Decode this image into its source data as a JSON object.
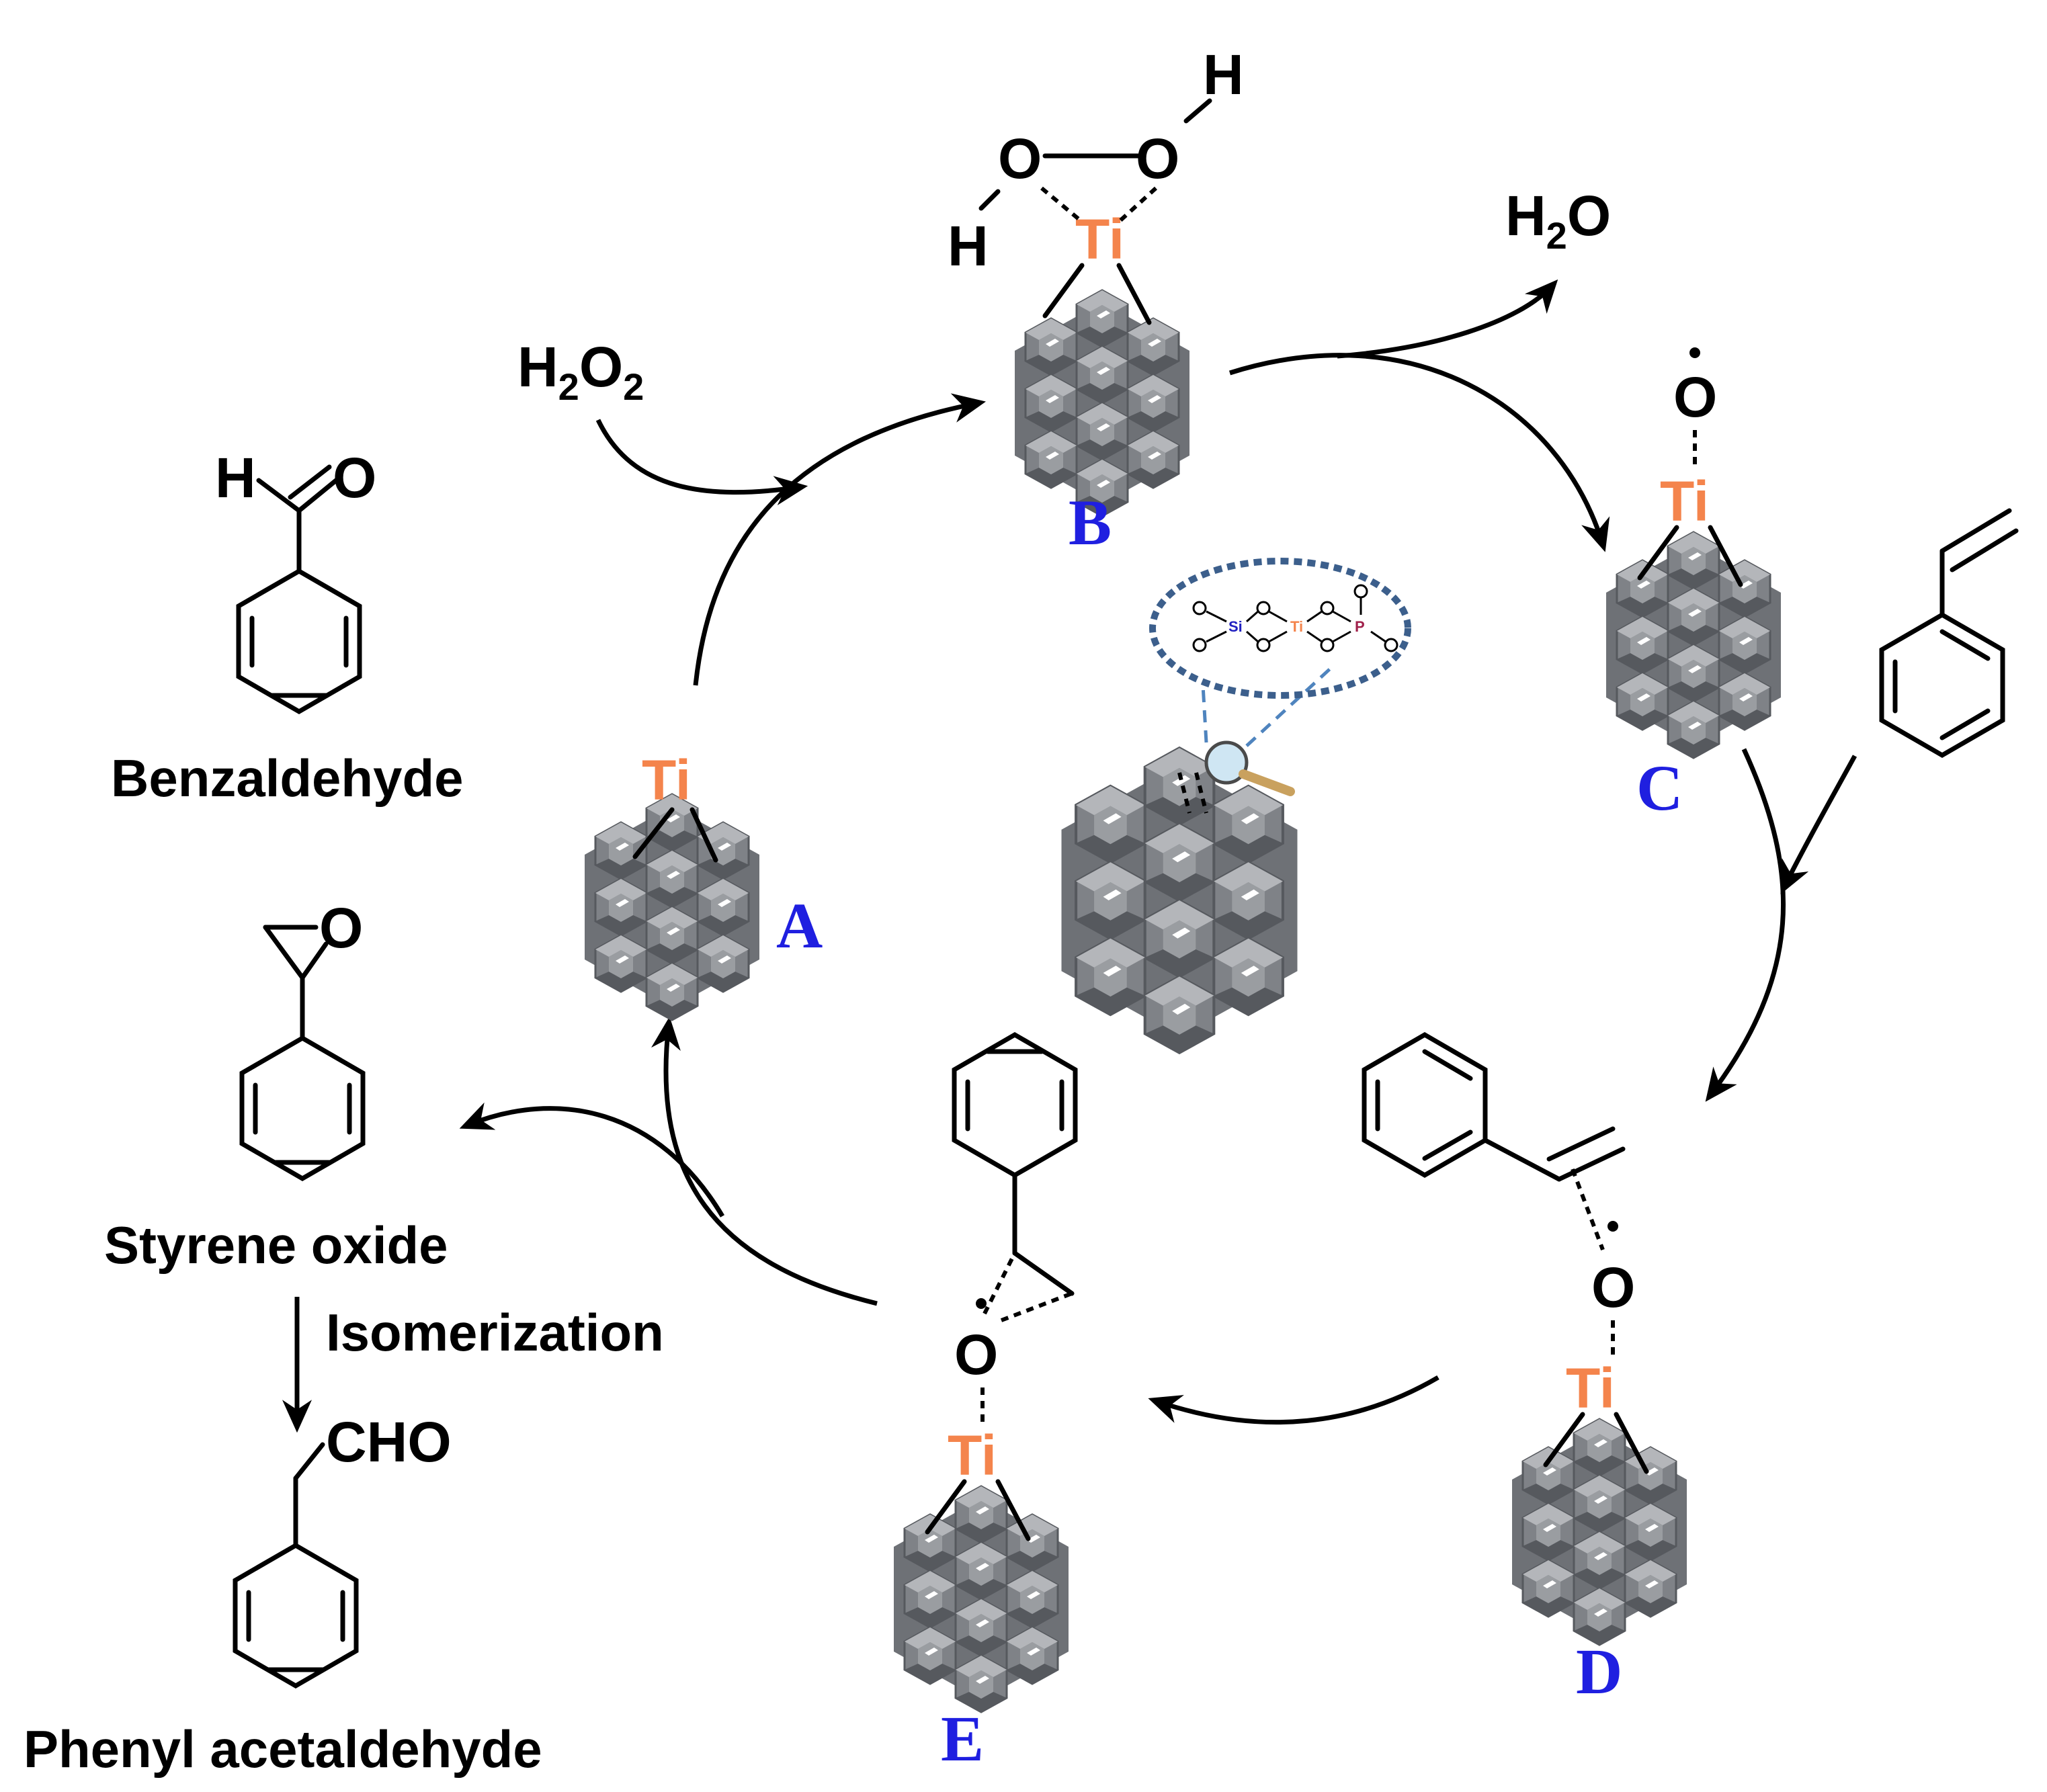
{
  "labels": {
    "A": "A",
    "B": "B",
    "C": "C",
    "D": "D",
    "E": "E",
    "ti": "Ti",
    "h2o2": "H2O2",
    "h2o": "H2O",
    "benzaldehyde": "Benzaldehyde",
    "styrene_oxide": "Styrene oxide",
    "isomerization": "Isomerization",
    "phenyl_acetaldehyde": "Phenyl acetaldehyde",
    "cho": "CHO",
    "H": "H",
    "O": "O",
    "si": "Si",
    "p": "P"
  },
  "colors": {
    "ti": "#F4844C",
    "letters": "#1F1FE0",
    "framework": "#7F8287",
    "framework_dark": "#56595E",
    "framework_light": "#B4B6BA",
    "zoom_ring": "#3C5F8C"
  }
}
